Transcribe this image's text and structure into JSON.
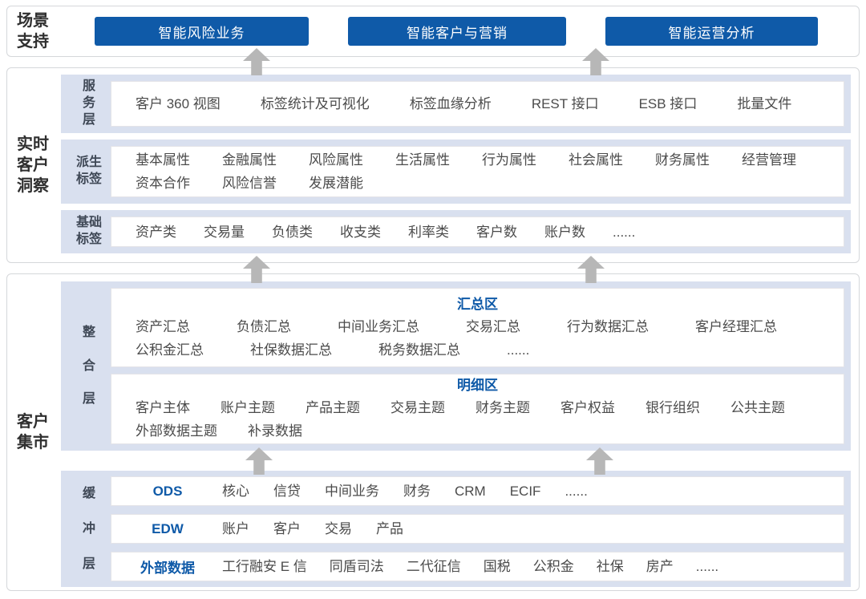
{
  "colors": {
    "accent-blue": "#0f5aa8",
    "panel-lavender": "#d9e0ef",
    "arrow-gray": "#b7b7b7",
    "item-text": "#4b4b4b"
  },
  "scenario": {
    "label": "场景\n支持",
    "buttons": [
      "智能风险业务",
      "智能客户与营销",
      "智能运营分析"
    ]
  },
  "insight": {
    "label": "实时\n客户\n洞察",
    "service": {
      "label": "服\n务\n层",
      "items": [
        "客户 360 视图",
        "标签统计及可视化",
        "标签血缘分析",
        "REST 接口",
        "ESB 接口",
        "批量文件"
      ]
    },
    "derived": {
      "label": "派生\n标签",
      "lines": [
        [
          "基本属性",
          "金融属性",
          "风险属性",
          "生活属性",
          "行为属性",
          "社会属性",
          "财务属性",
          "经营管理"
        ],
        [
          "资本合作",
          "风险信誉",
          "发展潜能"
        ]
      ]
    },
    "base": {
      "label": "基础\n标签",
      "items": [
        "资产类",
        "交易量",
        "负债类",
        "收支类",
        "利率类",
        "客户数",
        "账户数",
        "......"
      ]
    }
  },
  "mart": {
    "label": "客户\n集市",
    "integration": {
      "label": "整\n合\n层",
      "summary": {
        "title": "汇总区",
        "lines": [
          [
            "资产汇总",
            "负债汇总",
            "中间业务汇总",
            "交易汇总",
            "行为数据汇总",
            "客户经理汇总"
          ],
          [
            "公积金汇总",
            "社保数据汇总",
            "税务数据汇总",
            "......"
          ]
        ]
      },
      "detail": {
        "title": "明细区",
        "lines": [
          [
            "客户主体",
            "账户主题",
            "产品主题",
            "交易主题",
            "财务主题",
            "客户权益",
            "银行组织",
            "公共主题"
          ],
          [
            "外部数据主题",
            "补录数据"
          ]
        ]
      }
    },
    "buffer": {
      "label": "缓\n冲\n层",
      "rows": [
        {
          "label": "ODS",
          "items": [
            "核心",
            "信贷",
            "中间业务",
            "财务",
            "CRM",
            "ECIF",
            "......"
          ]
        },
        {
          "label": "EDW",
          "items": [
            "账户",
            "客户",
            "交易",
            "产品"
          ]
        },
        {
          "label": "外部数据",
          "items": [
            "工行融安 E 信",
            "同盾司法",
            "二代征信",
            "国税",
            "公积金",
            "社保",
            "房产",
            "......"
          ]
        }
      ]
    }
  }
}
